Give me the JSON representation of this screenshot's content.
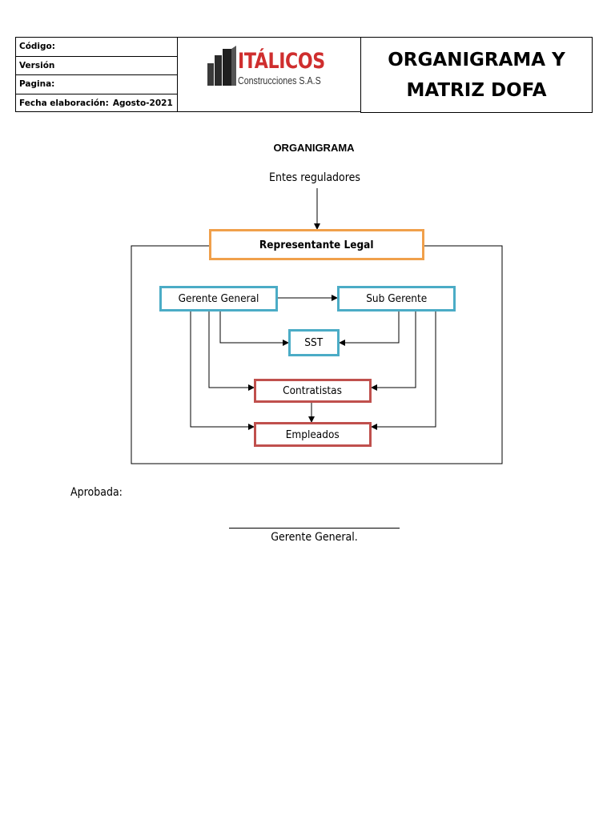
{
  "header": {
    "meta": [
      {
        "label": "Código:",
        "value": ""
      },
      {
        "label": "Versión",
        "value": ""
      },
      {
        "label": "Pagina:",
        "value": ""
      },
      {
        "label": "Fecha elaboración:",
        "value": "Agosto-2021"
      }
    ],
    "logo": {
      "name": "ITÁLICOS",
      "subtitle": "Construcciones S.A.S"
    },
    "title_line1": "ORGANIGRAMA Y",
    "title_line2": "MATRIZ DOFA"
  },
  "section_title": "ORGANIGRAMA",
  "org_chart": {
    "top_label": "Entes reguladores",
    "nodes": {
      "legal_rep": "Representante Legal",
      "general_manager": "Gerente General",
      "sub_manager": "Sub Gerente",
      "sst": "SST",
      "contractors": "Contratistas",
      "employees": "Empleados"
    },
    "colors": {
      "orange": "#f0a04b",
      "blue": "#4bacc6",
      "red": "#c0504d"
    }
  },
  "approval": {
    "label": "Aprobada:",
    "signature_role": "Gerente General."
  }
}
